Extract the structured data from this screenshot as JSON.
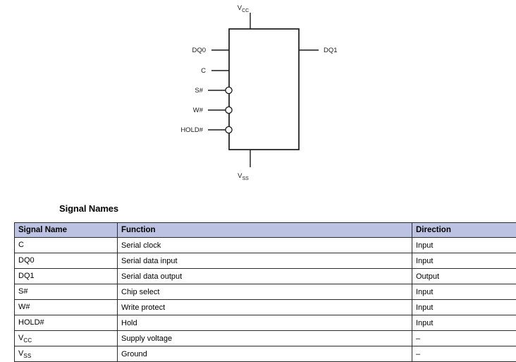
{
  "diagram": {
    "name": "serial-flash-logic-symbol",
    "chip_body_label": "",
    "power_pin": {
      "base": "V",
      "sub": "CC",
      "full": "VCC"
    },
    "ground_pin": {
      "base": "V",
      "sub": "SS",
      "full": "VSS"
    },
    "left_pins": [
      {
        "label": "DQ0",
        "inverted": false
      },
      {
        "label": "C",
        "inverted": false
      },
      {
        "label": "S#",
        "inverted": true
      },
      {
        "label": "W#",
        "inverted": true
      },
      {
        "label": "HOLD#",
        "inverted": true
      }
    ],
    "right_pins": [
      {
        "label": "DQ1",
        "inverted": false
      }
    ]
  },
  "section": {
    "heading": "Signal Names"
  },
  "table": {
    "headers": [
      "Signal Name",
      "Function",
      "Direction"
    ],
    "rows": [
      {
        "signal": "C",
        "signal_sub": "",
        "function": "Serial clock",
        "direction": "Input"
      },
      {
        "signal": "DQ0",
        "signal_sub": "",
        "function": "Serial data input",
        "direction": "Input"
      },
      {
        "signal": "DQ1",
        "signal_sub": "",
        "function": "Serial data output",
        "direction": "Output"
      },
      {
        "signal": "S#",
        "signal_sub": "",
        "function": "Chip select",
        "direction": "Input"
      },
      {
        "signal": "W#",
        "signal_sub": "",
        "function": "Write protect",
        "direction": "Input"
      },
      {
        "signal": "HOLD#",
        "signal_sub": "",
        "function": "Hold",
        "direction": "Input"
      },
      {
        "signal": "V",
        "signal_sub": "CC",
        "function": "Supply voltage",
        "direction": "–"
      },
      {
        "signal": "V",
        "signal_sub": "SS",
        "function": "Ground",
        "direction": "–"
      }
    ]
  },
  "colors": {
    "header_background": "#bcc2e2",
    "border": "#2b2b2b",
    "line": "#1a1a1a",
    "page_background": "#ffffff"
  }
}
